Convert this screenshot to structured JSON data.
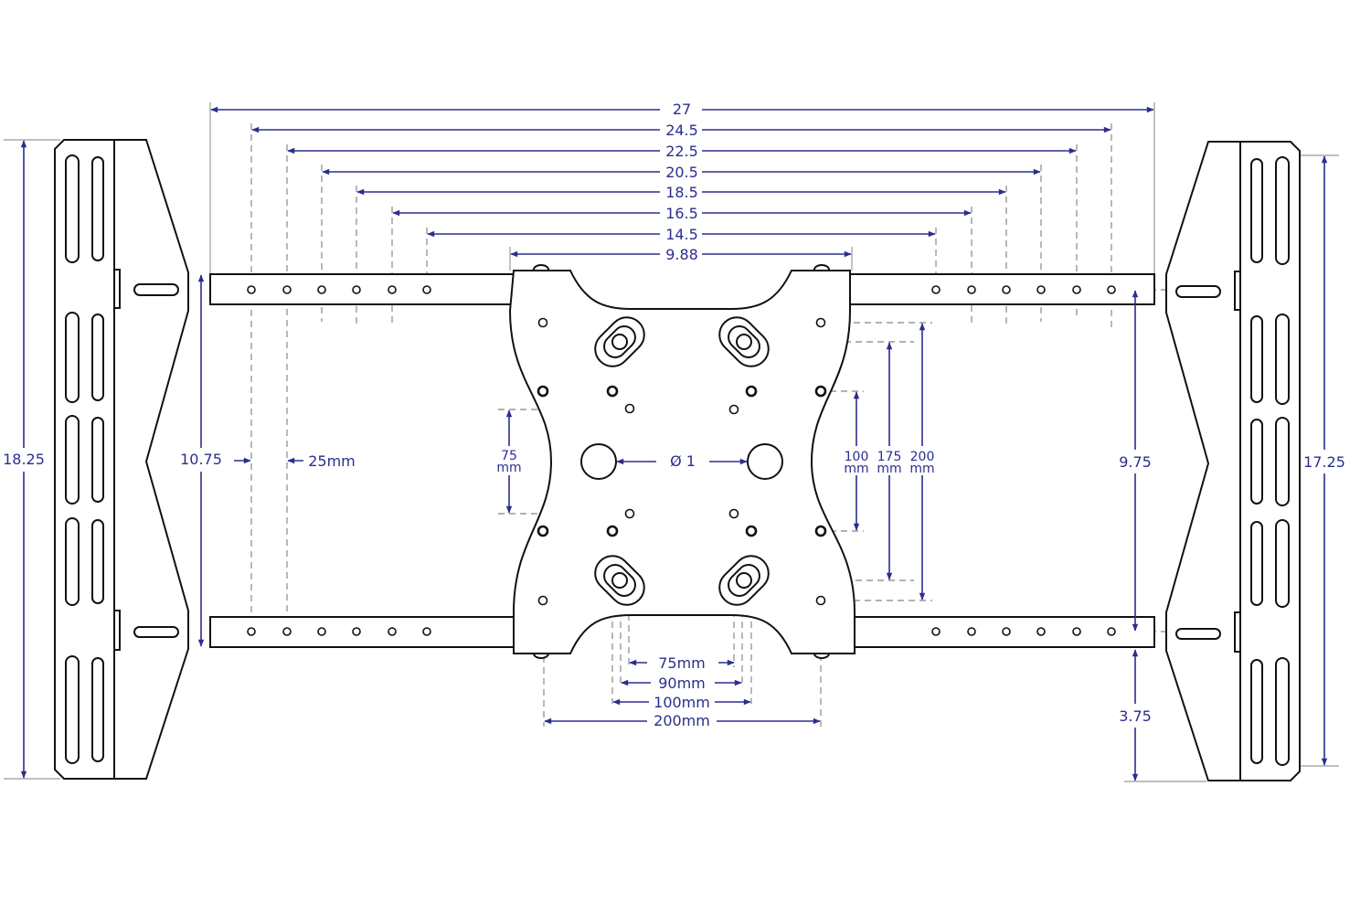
{
  "colors": {
    "dimension": "#2b2e8e",
    "outline": "#111111",
    "extension": "#999999"
  },
  "widths": [
    "27",
    "24.5",
    "22.5",
    "20.5",
    "18.5",
    "16.5",
    "14.5",
    "9.88"
  ],
  "left": {
    "overall": "18.25",
    "rail_spacing": "10.75",
    "hole_pitch": "25mm"
  },
  "right": {
    "rail_spacing": "9.75",
    "overall": "17.25",
    "bottom_offset": "3.75"
  },
  "plate": {
    "vesa_75_num": "75",
    "vesa_75_unit": "mm",
    "hole_diameter": "Ø 1",
    "v100_num": "100",
    "v175_num": "175",
    "v200_num": "200",
    "unit": "mm",
    "h75": "75mm",
    "h90": "90mm",
    "h100": "100mm",
    "h200": "200mm"
  }
}
